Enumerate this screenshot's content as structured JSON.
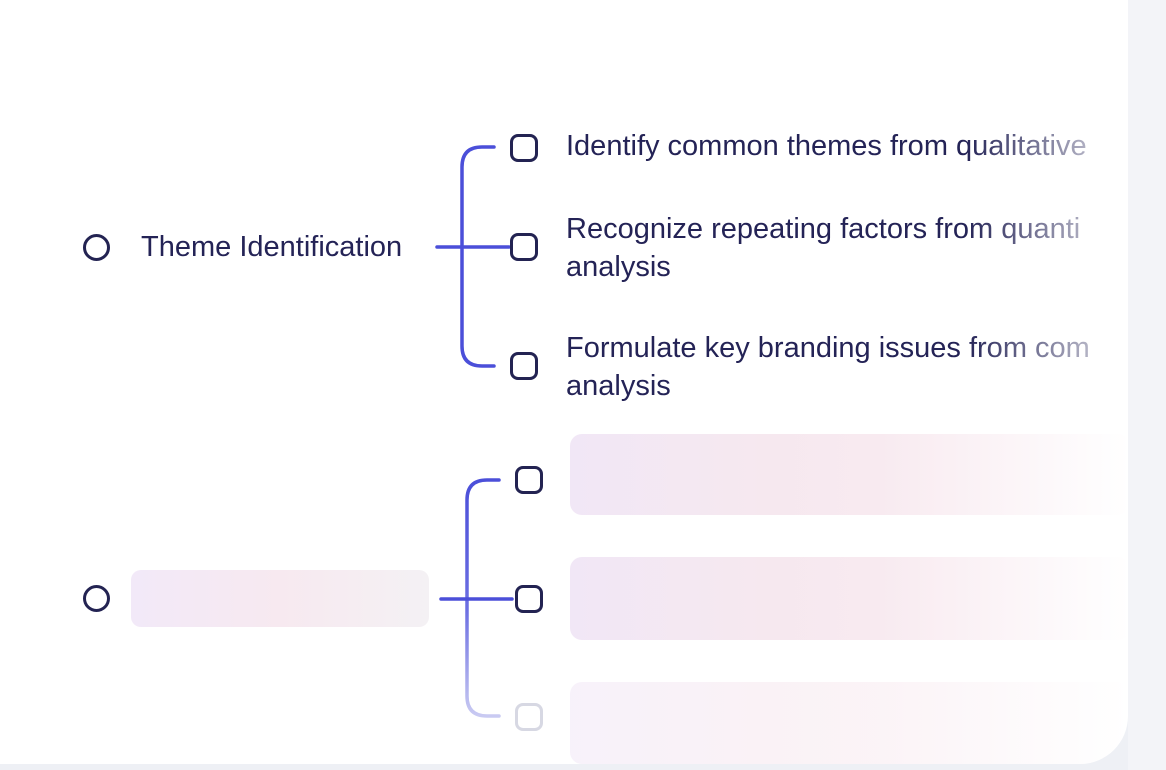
{
  "colors": {
    "accent": "#4b4fd9",
    "text": "#242356",
    "skeleton": "#f3e8f4"
  },
  "group1": {
    "title": "Theme Identification",
    "items": [
      {
        "label": "Identify common themes from qualitative"
      },
      {
        "label_line1": "Recognize repeating factors from quanti",
        "label_line2": "analysis"
      },
      {
        "label_line1": "Formulate key branding issues from com",
        "label_line2": "analysis"
      }
    ]
  },
  "group2": {
    "title": "",
    "items": [
      {
        "label": ""
      },
      {
        "label": ""
      },
      {
        "label": ""
      }
    ]
  }
}
